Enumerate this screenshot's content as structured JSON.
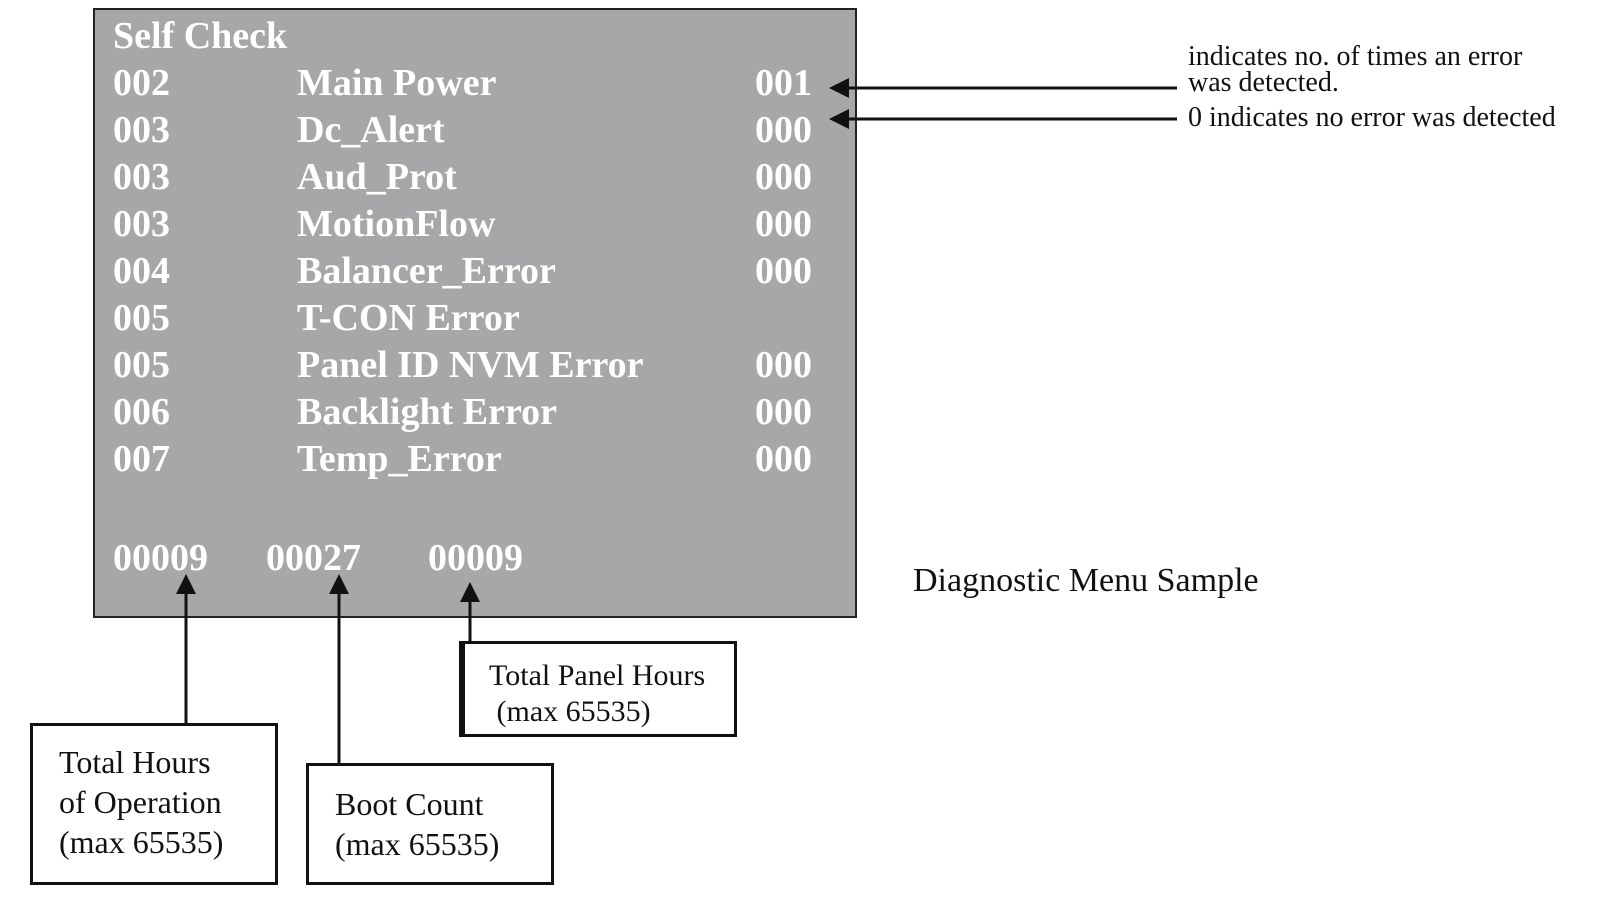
{
  "screen": {
    "title": "Self Check",
    "rows": [
      {
        "code": "002",
        "name": "Main Power",
        "count": "001"
      },
      {
        "code": "003",
        "name": "Dc_Alert",
        "count": "000"
      },
      {
        "code": "003",
        "name": "Aud_Prot",
        "count": "000"
      },
      {
        "code": "003",
        "name": "MotionFlow",
        "count": "000"
      },
      {
        "code": "004",
        "name": "Balancer_Error",
        "count": "000"
      },
      {
        "code": "005",
        "name": "T-CON Error",
        "count": ""
      },
      {
        "code": "005",
        "name": "Panel ID NVM Error",
        "count": "000"
      },
      {
        "code": "006",
        "name": "Backlight Error",
        "count": "000"
      },
      {
        "code": "007",
        "name": "Temp_Error",
        "count": "000"
      }
    ],
    "counters": {
      "total_hours": "00009",
      "boot_count": "00027",
      "panel_hours": "00009"
    },
    "panel_color": "#a7a7aa"
  },
  "annotations": {
    "error_count_note_line1": "indicates no. of times an error",
    "error_count_note_line2": "was detected.",
    "no_error_note": "0 indicates no error was detected",
    "caption": "Diagnostic Menu Sample"
  },
  "boxes": {
    "total_hours": [
      "Total Hours",
      "of Operation",
      "(max 65535)"
    ],
    "boot_count": [
      "Boot Count",
      "(max 65535)"
    ],
    "panel_hours": [
      "Total Panel Hours",
      " (max 65535)"
    ]
  }
}
